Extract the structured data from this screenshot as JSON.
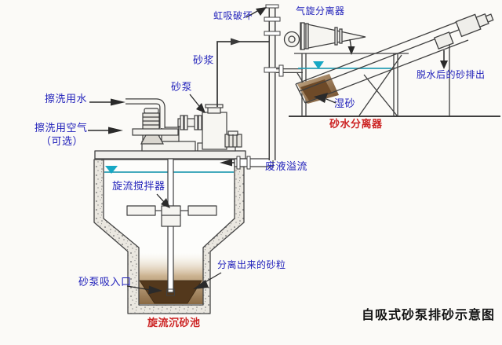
{
  "diagram_title": "自吸式砂泵排砂示意图",
  "labels": {
    "siphon_break": "虹吸破坏",
    "cyclone_separator": "气旋分离器",
    "slurry": "砂浆",
    "sand_pump": "砂泵",
    "wash_water": "擦洗用水",
    "wash_air": "擦洗用空气",
    "wash_air_optional": "（可选）",
    "dewatered_sand_out": "脱水后的砂排出",
    "wet_sand": "湿砂",
    "sand_water_separator": "砂水分离器",
    "waste_overflow": "废液溢流",
    "vortex_agitator": "旋流搅拌器",
    "separated_sand": "分离出来的砂粒",
    "pump_suction": "砂泵吸入口",
    "vortex_settling_tank": "旋流沉砂池"
  },
  "colors": {
    "label_blue": "#2222bb",
    "label_red": "#cc2222",
    "title_black": "#141414",
    "water_teal": "#2b9fb4",
    "line_gray": "#3f3f3f",
    "concrete_fill": "#eae7e0",
    "sand_dark": "#53381c",
    "sand_light": "#b99c78",
    "background": "#fbfaf7"
  }
}
